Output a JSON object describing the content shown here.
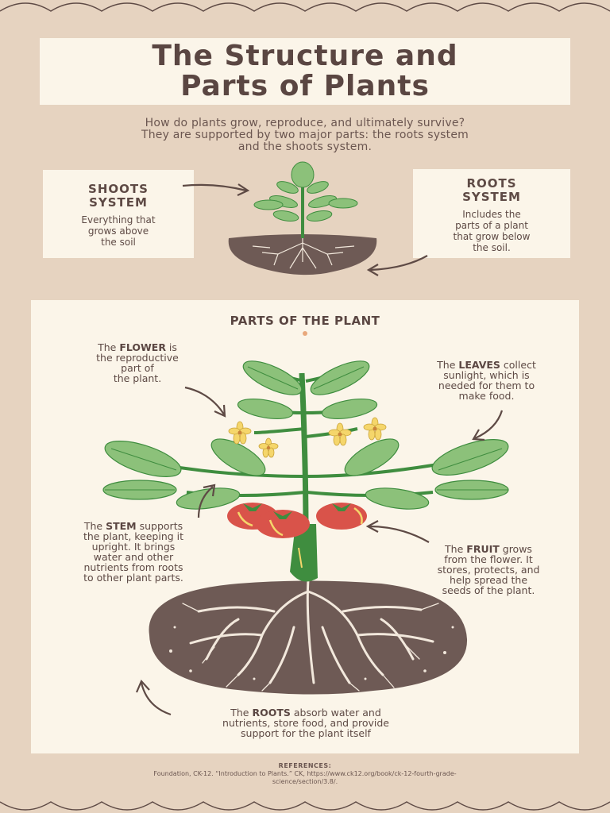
{
  "title": {
    "line1": "The Structure and",
    "line2": "Parts of Plants"
  },
  "intro": {
    "line1": "How do plants grow, reproduce, and ultimately survive?",
    "line2": "They are supported by two major parts: the roots system",
    "line3": "and the shoots system."
  },
  "shoots_card": {
    "heading1": "SHOOTS",
    "heading2": "SYSTEM",
    "text1": "Everything that",
    "text2": "grows above",
    "text3": "the soil"
  },
  "roots_card": {
    "heading1": "ROOTS",
    "heading2": "SYSTEM",
    "text1": "Includes the",
    "text2": "parts of a plant",
    "text3": "that grow below",
    "text4": "the soil."
  },
  "parts": {
    "title": "PARTS OF THE PLANT",
    "flower": {
      "pre": "The ",
      "key": "FLOWER",
      "l1rest": " is",
      "l2": "the reproductive",
      "l3": "part of",
      "l4": "the plant."
    },
    "leaves": {
      "pre": "The  ",
      "key": "LEAVES",
      "l1rest": " collect",
      "l2": "sunlight, which is",
      "l3": "needed for them to",
      "l4": "make food."
    },
    "stem": {
      "pre": "The  ",
      "key": "STEM",
      "l1rest": "  supports",
      "l2": "the plant, keeping it",
      "l3": "upright. It brings",
      "l4": "water and other",
      "l5": "nutrients from roots",
      "l6": "to other plant parts."
    },
    "fruit": {
      "pre": "The ",
      "key": "FRUIT",
      "l1rest": " grows",
      "l2": "from the flower. It",
      "l3": "stores, protects, and",
      "l4": "help spread the",
      "l5": "seeds of the plant."
    },
    "roots": {
      "pre": "The  ",
      "key": "ROOTS",
      "l1rest": "  absorb water and",
      "l2": "nutrients, store food, and provide",
      "l3": "support for the plant itself"
    }
  },
  "references": {
    "heading": "REFERENCES:",
    "line1": "Foundation, CK-12. “Introduction to Plants.” CK, https://www.ck12.org/book/ck-12-fourth-grade-",
    "line2": "science/section/3.8/."
  },
  "colors": {
    "background": "#e6d3c0",
    "card": "#fbf5e9",
    "text": "#5e4a45",
    "leaf": "#8cc17a",
    "stem": "#3f8d3f",
    "soil": "#6e5a55",
    "tomato": "#d9534a",
    "flower": "#f5d66b"
  }
}
